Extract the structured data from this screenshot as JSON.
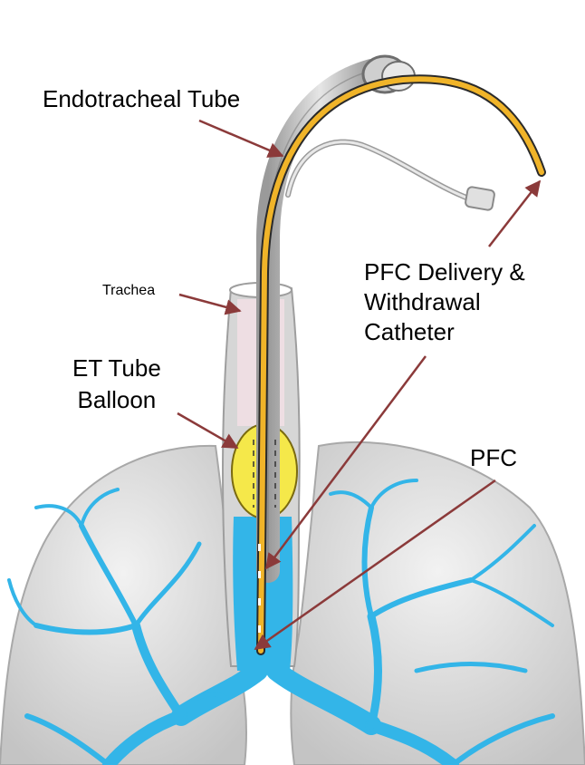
{
  "labels": {
    "endotracheal_tube": "Endotracheal Tube",
    "trachea": "Trachea",
    "et_tube_balloon_line1": "ET Tube",
    "et_tube_balloon_line2": "Balloon",
    "pfc_delivery_line1": "PFC Delivery &",
    "pfc_delivery_line2": "Withdrawal",
    "pfc_delivery_line3": "Catheter",
    "pfc": "PFC"
  },
  "colors": {
    "lung_fill": "#dcdcdc",
    "lung_edge": "#a8a8a8",
    "bronchi": "#33b5e8",
    "trachea_wall": "#cfcfcf",
    "tube": "#b8b8b8",
    "catheter": "#f0b429",
    "balloon": "#f5e84a",
    "arrow": "#8b3a3a"
  },
  "icons": {
    "arrow": "arrow-icon"
  }
}
